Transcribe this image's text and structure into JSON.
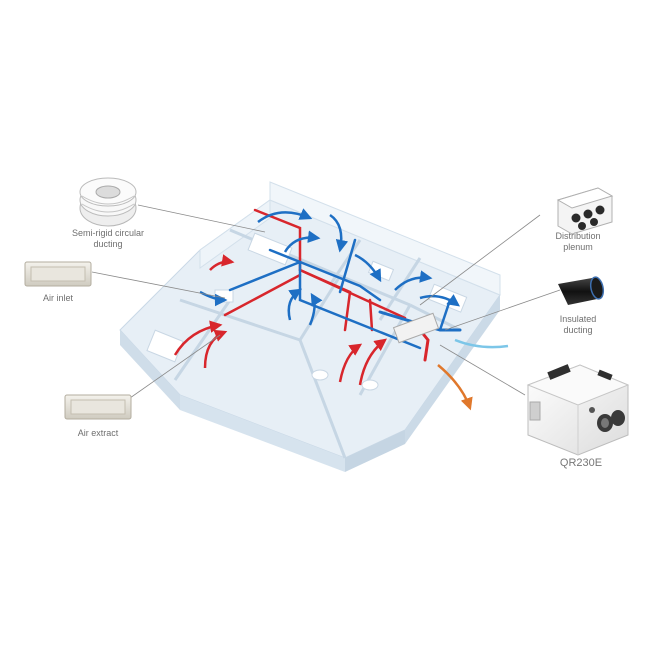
{
  "labels": {
    "ducting": "Semi-rigid circular ducting",
    "air_inlet": "Air inlet",
    "air_extract": "Air extract",
    "plenum": "Distribution plenum",
    "insulated": "Insulated ducting",
    "unit": "QR230E"
  },
  "colors": {
    "supply_air": "#1e6fc4",
    "extract_air": "#d8262c",
    "fresh_air": "#7cc6e8",
    "exhaust_air": "#e0782c",
    "building": "#dfeaf3",
    "leader_line": "#8a8a8a"
  },
  "icons": [
    "ducting-coil-icon",
    "air-inlet-grille-icon",
    "air-extract-grille-icon",
    "distribution-plenum-icon",
    "insulated-duct-icon",
    "heat-recovery-unit-icon"
  ]
}
